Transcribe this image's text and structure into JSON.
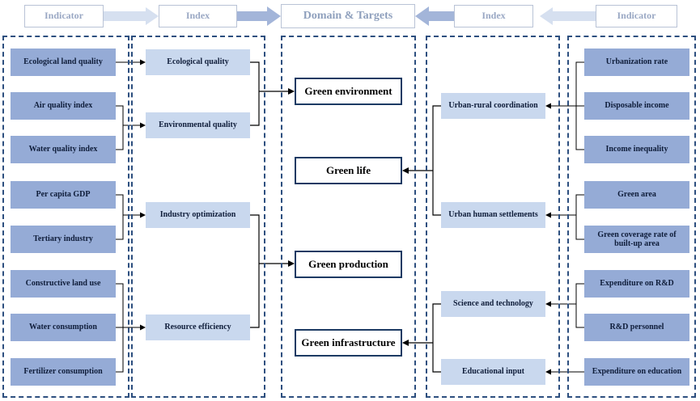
{
  "headers": {
    "left_indicator": "Indicator",
    "left_index": "Index",
    "domain": "Domain & Targets",
    "right_index": "Index",
    "right_indicator": "Indicator"
  },
  "left_indicators": [
    "Ecological land quality",
    "Air quality index",
    "Water quality index",
    "Per capita GDP",
    "Tertiary industry",
    "Constructive land use",
    "Water consumption",
    "Fertilizer consumption"
  ],
  "left_indices": [
    "Ecological quality",
    "Environmental quality",
    "Industry optimization",
    "Resource efficiency"
  ],
  "targets": [
    "Green environment",
    "Green life",
    "Green production",
    "Green infrastructure"
  ],
  "right_indices": [
    "Urban-rural coordination",
    "Urban human settlements",
    "Science and technology",
    "Educational input"
  ],
  "right_indicators": [
    "Urbanization rate",
    "Disposable income",
    "Income inequality",
    "Green area",
    "Green coverage rate of built-up area",
    "Expenditure on R&D",
    "R&D personnel",
    "Expenditure on education"
  ]
}
